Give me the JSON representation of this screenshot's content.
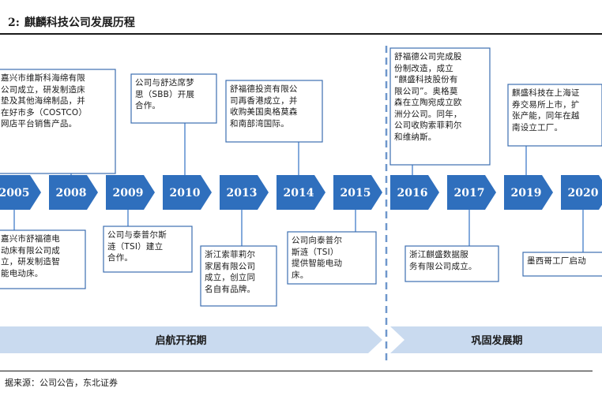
{
  "header": {
    "number": "2:",
    "title": "麒麟科技公司发展历程"
  },
  "years": [
    "2005",
    "2008",
    "2009",
    "2010",
    "2013",
    "2014",
    "2015",
    "2016",
    "2017",
    "2019",
    "2020"
  ],
  "notes_top": [
    {
      "year": "2008",
      "lines": [
        "嘉兴市维斯科海绵有限",
        "公司成立，研发制造床",
        "垫及其他海绵制品，并",
        "在好市多（COSTCO）",
        "网店平台销售产品。"
      ]
    },
    {
      "year": "2010",
      "lines": [
        "公司与舒达席梦",
        "思（SBB）开展",
        "合作。"
      ]
    },
    {
      "year": "2014",
      "lines": [
        "舒福德投资有限公",
        "司再香港成立，并",
        "收购美国奥格莫森",
        "和南部湾国际。"
      ]
    },
    {
      "year": "2016",
      "lines": [
        "舒福德公司完成股",
        "份制改造，成立",
        "“麒盛科技股份有",
        "限公司”。奥格莫",
        "森在立陶宛成立欧",
        "洲分公司。同年，",
        "公司收购索菲莉尔",
        "和维纳斯。"
      ]
    },
    {
      "year": "2019",
      "lines": [
        "麒盛科技在上海证",
        "券交易所上市，扩",
        "张产能，同年在越",
        "南设立工厂。"
      ]
    }
  ],
  "notes_bottom": [
    {
      "year": "2005",
      "lines": [
        "嘉兴市舒福德电",
        "动床有限公司成",
        "立，研发制造智",
        "能电动床。"
      ]
    },
    {
      "year": "2009",
      "lines": [
        "公司与泰普尔斯",
        "涟（TSI）建立",
        "合作。"
      ]
    },
    {
      "year": "2013",
      "lines": [
        "浙江索菲莉尔",
        "家居有限公司",
        "成立，创立同",
        "名自有品牌。"
      ]
    },
    {
      "year": "2015",
      "lines": [
        "公司向泰普尔",
        "斯涟（TSI）",
        "提供智能电动",
        "床。"
      ]
    },
    {
      "year": "2017",
      "lines": [
        "浙江麒盛数据服",
        "务有限公司成立。"
      ]
    },
    {
      "year": "2020",
      "lines": [
        "墨西哥工厂启动"
      ]
    }
  ],
  "phases": [
    {
      "label": "启航开拓期"
    },
    {
      "label": "巩固发展期"
    }
  ],
  "source": "据来源：公司公告，东北证券",
  "colors": {
    "arrow": "#2f6fbd",
    "arrow_text": "#ffffff",
    "note_border": "#3c6fb0",
    "connector": "#5b8ed0",
    "phase_fill": "#c9daef",
    "divider": "#6f97cc"
  }
}
